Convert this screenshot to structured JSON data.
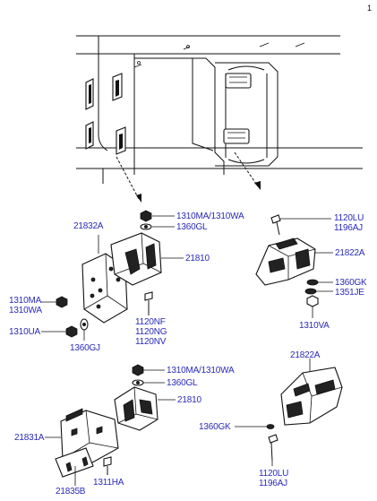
{
  "corner_mark": "1",
  "labels": {
    "top_nut_a": "1310MA/1310WA",
    "top_nut_b": "1360GL",
    "bracket_left": "21832A",
    "insulator_left": "21810",
    "bolt_left_1": "1120NF",
    "bolt_left_2": "1120NG",
    "bolt_left_3": "1120NV",
    "nut_left_1": "1310MA",
    "nut_left_2": "1310WA",
    "nut_left_3": "1310UA",
    "washer_left": "1360GJ",
    "bolt_right_1": "1120LU",
    "bolt_right_2": "1196AJ",
    "insulator_right": "21822A",
    "washer_right_1": "1360GK",
    "washer_right_2": "1351JE",
    "nut_right": "1310VA",
    "lower_nut_a": "1310MA/1310WA",
    "lower_nut_b": "1360GL",
    "lower_insulator": "21810",
    "lower_bracket": "21831A",
    "lower_bracket_b": "21835B",
    "lower_bolt": "1311HA",
    "lower_right_insulator": "21822A",
    "lower_right_washer": "1360GK",
    "lower_right_bolt_1": "1120LU",
    "lower_right_bolt_2": "1196AJ"
  }
}
